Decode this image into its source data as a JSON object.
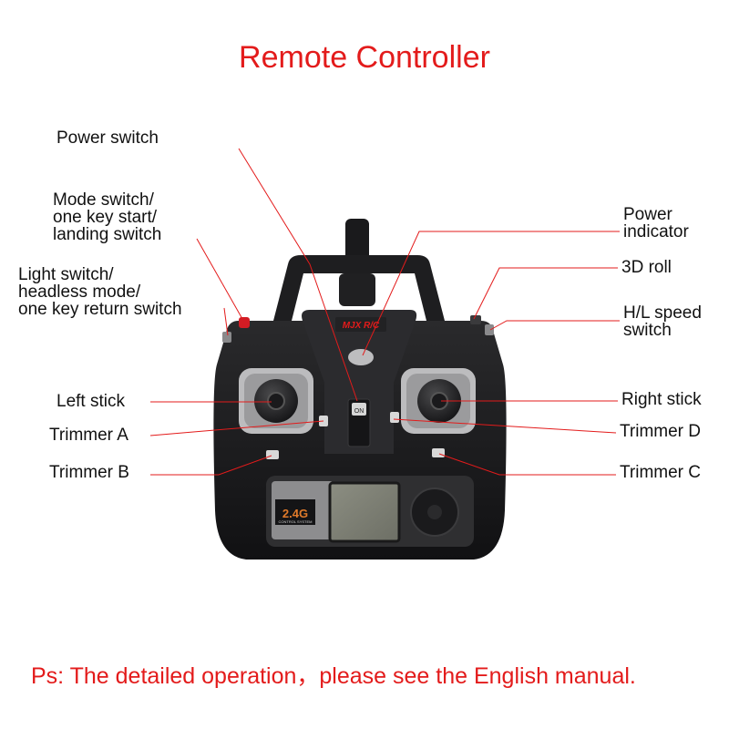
{
  "title": "Remote Controller",
  "footer": "Ps: The detailed operation，please see the English manual.",
  "labels": {
    "power_switch": "Power switch",
    "mode_switch": [
      "Mode switch/",
      "one key start/",
      "landing switch"
    ],
    "light_switch": [
      "Light switch/",
      "headless mode/",
      "one key return switch"
    ],
    "left_stick": "Left stick",
    "trimmer_a": "Trimmer A",
    "trimmer_b": "Trimmer B",
    "power_indicator": [
      "Power",
      "indicator"
    ],
    "roll_3d": "3D roll",
    "hl_speed": [
      "H/L speed",
      "switch"
    ],
    "right_stick": "Right stick",
    "trimmer_d": "Trimmer D",
    "trimmer_c": "Trimmer C"
  },
  "device": {
    "brand_logo": "MJX R/C",
    "band_badge": "2.4G",
    "band_sub": "CONTROL SYSTEM",
    "switch_mark": "ON"
  },
  "colors": {
    "accent": "#e31b1b",
    "body": "#1c1c1e",
    "leader_line": "#e31b1b"
  }
}
